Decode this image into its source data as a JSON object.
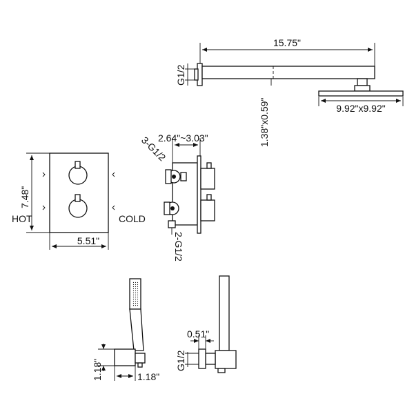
{
  "shower_arm": {
    "length_label": "15.75\"",
    "thread_label": "G1/2",
    "drop_label": "1.38\"x0.59\"",
    "head_label": "9.92\"x9.92\""
  },
  "trim_plate": {
    "height_label": "7.48\"",
    "width_label": "5.51\"",
    "hot_label": "HOT",
    "cold_label": "COLD"
  },
  "valve_body": {
    "depth_label": "2.64\"~3.03\"",
    "outlets_label": "3-G1/2",
    "inlets_label": "2-G1/2"
  },
  "handshower": {
    "holder_height_label": "1.18\"",
    "holder_width_label": "1.18\""
  },
  "slide_outlet": {
    "offset_label": "0.51\"",
    "thread_label": "G1/2"
  }
}
